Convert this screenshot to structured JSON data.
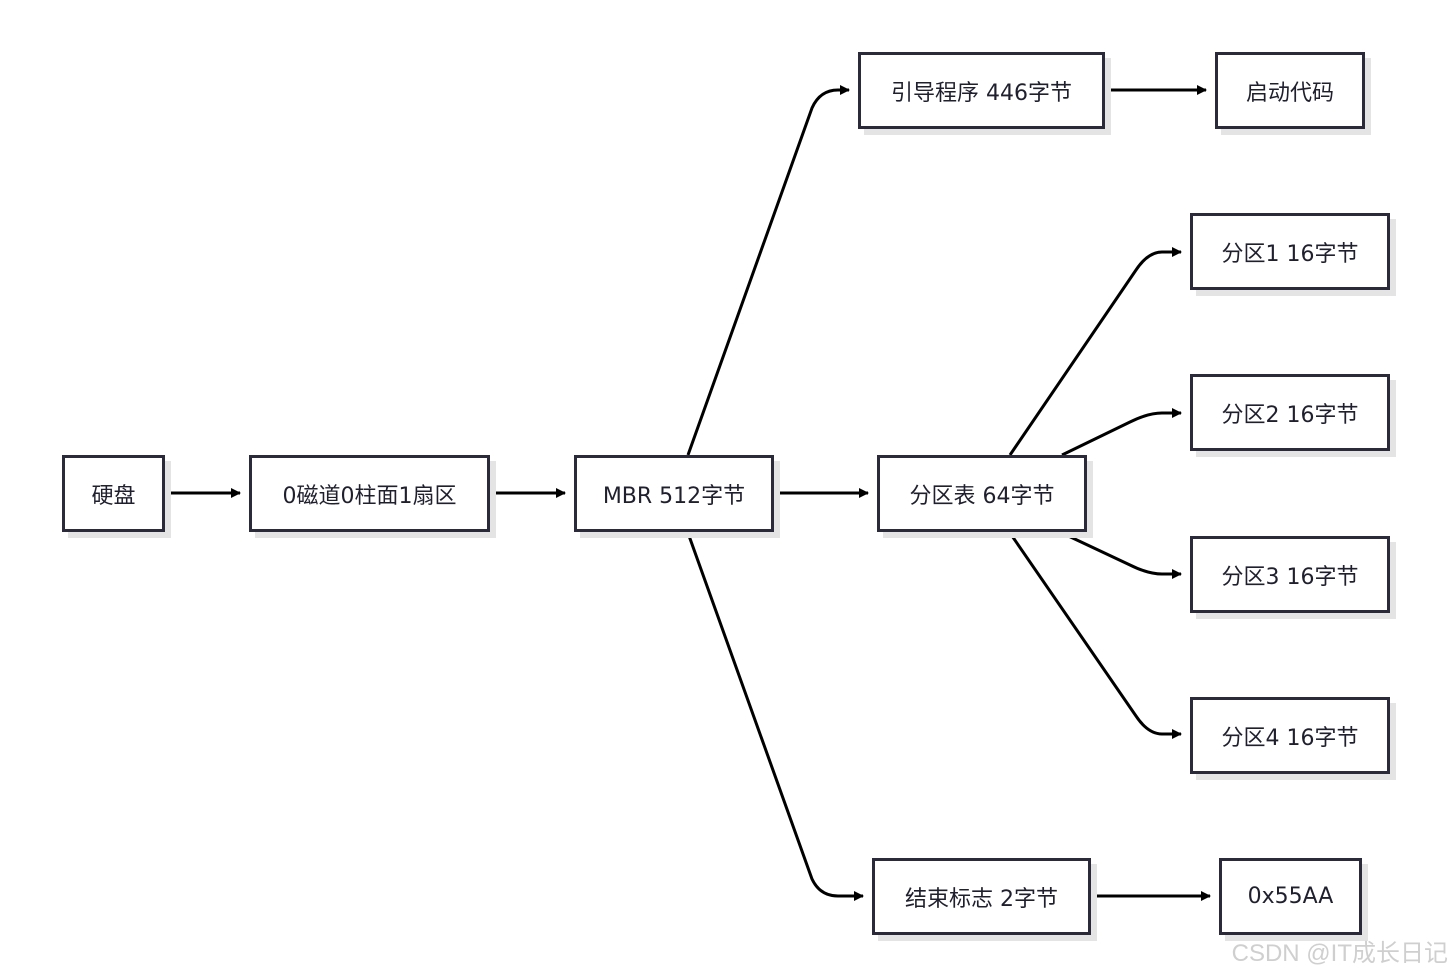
{
  "nodes": {
    "disk": "硬盘",
    "sector": "0磁道0柱面1扇区",
    "mbr": "MBR 512字节",
    "boot": "引导程序 446字节",
    "startup": "启动代码",
    "ptable": "分区表 64字节",
    "p1": "分区1 16字节",
    "p2": "分区2 16字节",
    "p3": "分区3 16字节",
    "p4": "分区4 16字节",
    "endmark": "结束标志 2字节",
    "magic": "0x55AA"
  },
  "edges": [
    [
      "disk",
      "sector"
    ],
    [
      "sector",
      "mbr"
    ],
    [
      "mbr",
      "boot"
    ],
    [
      "mbr",
      "ptable"
    ],
    [
      "mbr",
      "endmark"
    ],
    [
      "boot",
      "startup"
    ],
    [
      "ptable",
      "p1"
    ],
    [
      "ptable",
      "p2"
    ],
    [
      "ptable",
      "p3"
    ],
    [
      "ptable",
      "p4"
    ],
    [
      "endmark",
      "magic"
    ]
  ],
  "watermark": "CSDN @IT成长日记",
  "colors": {
    "stroke": "#2a2a3a",
    "edge": "#000000",
    "shadow": "#e4e4e4"
  }
}
